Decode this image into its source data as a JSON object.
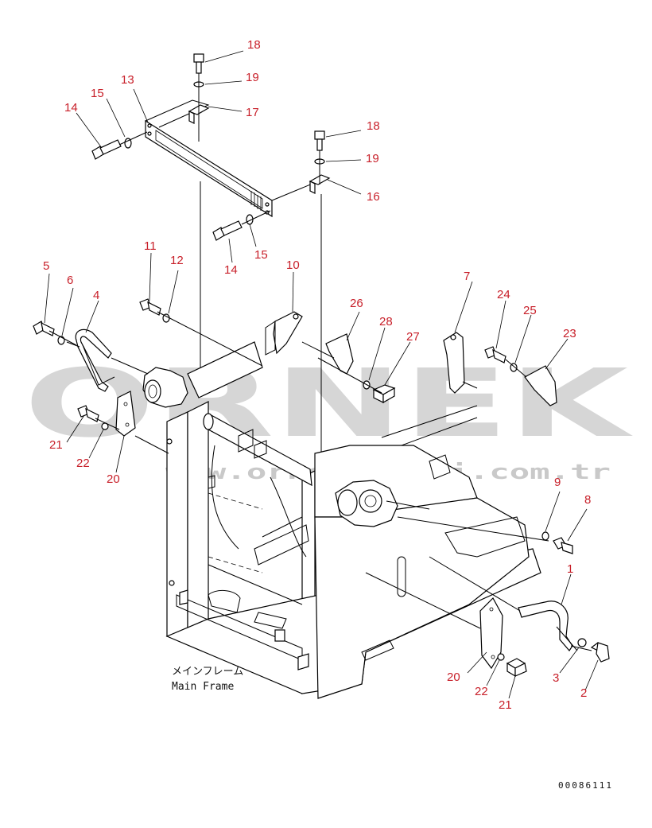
{
  "watermark": {
    "brand": "ORNEK",
    "site": "www.orneksanayi.com.tr"
  },
  "caption": {
    "japanese": "メインフレーム",
    "english": "Main Frame"
  },
  "drawing_number": "00086111",
  "callouts": [
    {
      "id": "c18a",
      "text": "18"
    },
    {
      "id": "c19a",
      "text": "19"
    },
    {
      "id": "c17",
      "text": "17"
    },
    {
      "id": "c13",
      "text": "13"
    },
    {
      "id": "c15a",
      "text": "15"
    },
    {
      "id": "c14a",
      "text": "14"
    },
    {
      "id": "c18b",
      "text": "18"
    },
    {
      "id": "c19b",
      "text": "19"
    },
    {
      "id": "c16",
      "text": "16"
    },
    {
      "id": "c15b",
      "text": "15"
    },
    {
      "id": "c14b",
      "text": "14"
    },
    {
      "id": "c11",
      "text": "11"
    },
    {
      "id": "c12",
      "text": "12"
    },
    {
      "id": "c10",
      "text": "10"
    },
    {
      "id": "c5",
      "text": "5"
    },
    {
      "id": "c6",
      "text": "6"
    },
    {
      "id": "c4",
      "text": "4"
    },
    {
      "id": "c26",
      "text": "26"
    },
    {
      "id": "c28",
      "text": "28"
    },
    {
      "id": "c27",
      "text": "27"
    },
    {
      "id": "c7",
      "text": "7"
    },
    {
      "id": "c24",
      "text": "24"
    },
    {
      "id": "c25",
      "text": "25"
    },
    {
      "id": "c23",
      "text": "23"
    },
    {
      "id": "c21a",
      "text": "21"
    },
    {
      "id": "c22a",
      "text": "22"
    },
    {
      "id": "c20a",
      "text": "20"
    },
    {
      "id": "c9",
      "text": "9"
    },
    {
      "id": "c8",
      "text": "8"
    },
    {
      "id": "c1",
      "text": "1"
    },
    {
      "id": "c20b",
      "text": "20"
    },
    {
      "id": "c22b",
      "text": "22"
    },
    {
      "id": "c21b",
      "text": "21"
    },
    {
      "id": "c3",
      "text": "3"
    },
    {
      "id": "c2",
      "text": "2"
    }
  ]
}
